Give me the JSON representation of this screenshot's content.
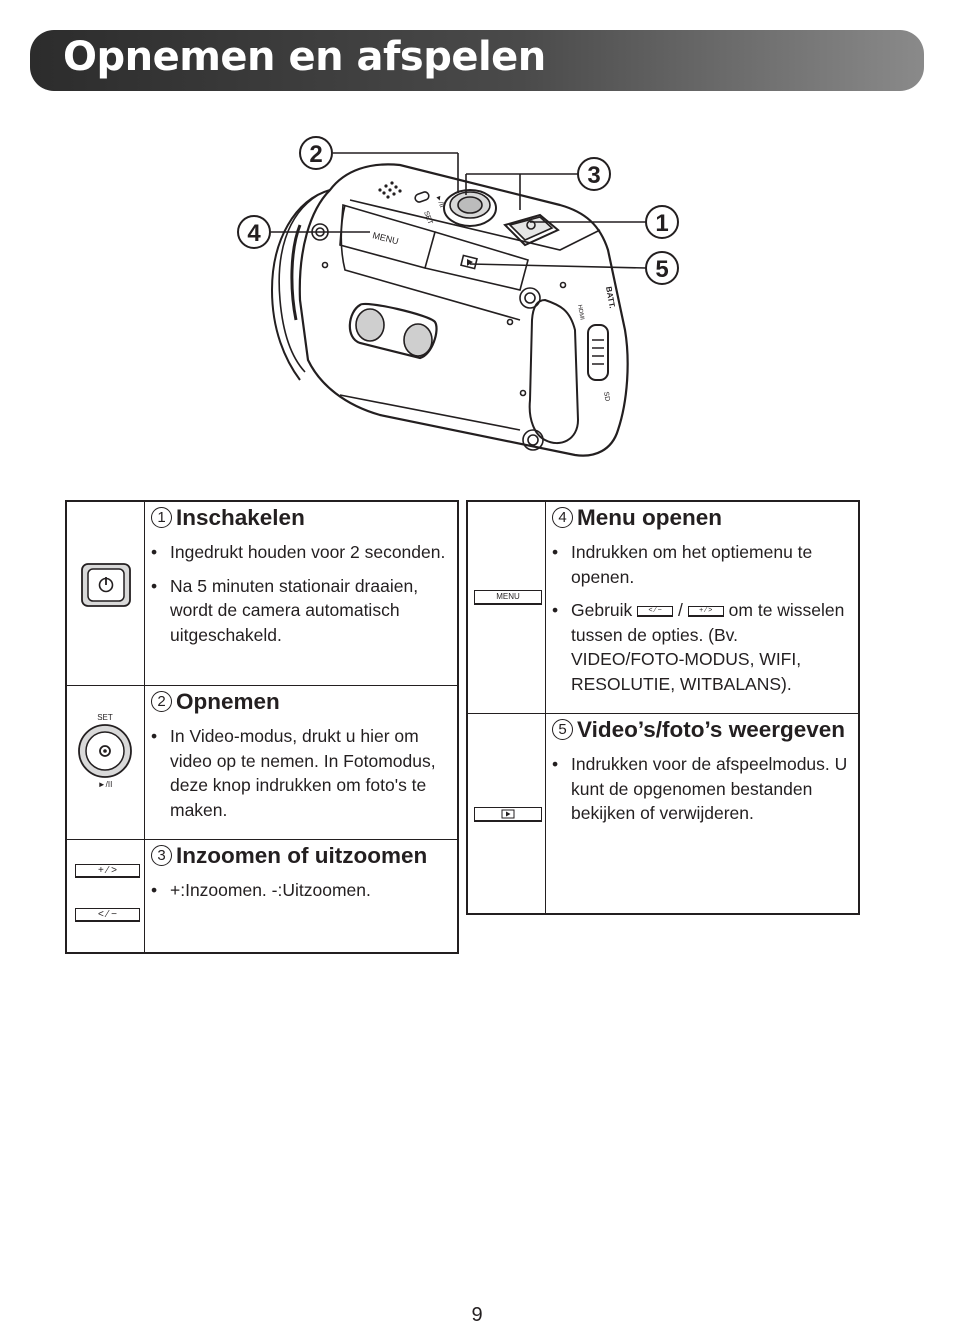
{
  "page": {
    "title": "Opnemen en afspelen",
    "page_number": "9"
  },
  "figure": {
    "callouts": [
      "1",
      "2",
      "3",
      "4",
      "5"
    ],
    "labels": {
      "menu": "MENU",
      "set": "SET",
      "play": "►/II",
      "batt": "BATT.",
      "hdmi": "HDMI",
      "sd": "SD"
    }
  },
  "left_table": [
    {
      "num": "1",
      "title": "Inschakelen",
      "icon": "power-button-icon",
      "bullets": [
        "Ingedrukt houden voor 2 seconden.",
        "Na 5 minuten stationair draaien, wordt de camera automatisch uitgeschakeld."
      ]
    },
    {
      "num": "2",
      "title": "Opnemen",
      "icon": "set-record-button-icon",
      "icon_top": "SET",
      "icon_bottom": "►/II",
      "bullets": [
        "In Video-modus, drukt u hier om video op te nemen. In Fotomodus, deze knop indrukken om foto's te maken."
      ]
    },
    {
      "num": "3",
      "title": "Inzoomen of uitzoomen",
      "icon": "zoom-buttons-icon",
      "icon_plus": "+ ⁄ >",
      "icon_minus": "< ⁄ −",
      "bullets": [
        "+:Inzoomen. -:Uitzoomen."
      ]
    }
  ],
  "right_table": [
    {
      "num": "4",
      "title": "Menu openen",
      "icon": "menu-button-icon",
      "icon_label": "MENU",
      "bullet1": "Indrukken om het optiemenu te openen.",
      "bullet2_pre": "Gebruik",
      "bullet2_minus": "< ⁄ −",
      "bullet2_sep": "/",
      "bullet2_plus": "+ ⁄ >",
      "bullet2_post": "om te wisselen tussen de opties. (Bv. VIDEO/FOTO-MODUS, WIFI, RESOLUTIE, WITBALANS)."
    },
    {
      "num": "5",
      "title": "Video’s/foto’s weergeven",
      "icon": "playback-button-icon",
      "bullets": [
        "Indrukken voor de afspeelmodus. U kunt de opgenomen bestanden bekijken of verwijderen."
      ]
    }
  ]
}
